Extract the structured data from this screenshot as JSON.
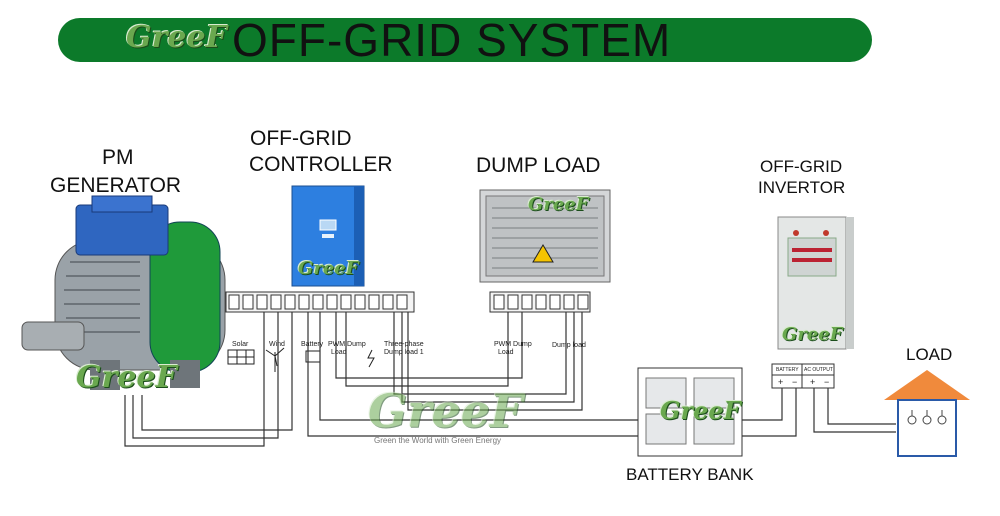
{
  "header": {
    "title": "OFF-GRID SYSTEM",
    "logo": "GreeF"
  },
  "labels": {
    "pm_generator_line1": "PM",
    "pm_generator_line2": "GENERATOR",
    "controller_line1": "OFF-GRID",
    "controller_line2": "CONTROLLER",
    "dump_load": "DUMP LOAD",
    "invertor_line1": "OFF-GRID",
    "invertor_line2": "INVERTOR",
    "load": "LOAD",
    "battery_bank": "BATTERY BANK"
  },
  "controller_terminals": {
    "solar": "Solar",
    "wind": "Wind",
    "battery": "Battery",
    "pwm_dump_load_1": "PWM Dump",
    "pwm_dump_load_2": "Load",
    "three_phase_1": "Three-phase",
    "three_phase_2": "Dump load 1"
  },
  "dumpload_terminals": {
    "pwm_dump_load_1": "PWM Dump",
    "pwm_dump_load_2": "Load",
    "dump_load": "Dump  load"
  },
  "invertor_terminals": {
    "battery": "BATTERY",
    "ac_output": "AC OUTPUT",
    "plus": "+",
    "minus": "−"
  },
  "watermark": {
    "logo": "GreeF",
    "tagline": "Green the World with Green Energy"
  },
  "colors": {
    "banner": "#0c7a2a",
    "roof": "#f08a3c",
    "house_outline": "#2a5aa8",
    "wire": "#333333"
  }
}
